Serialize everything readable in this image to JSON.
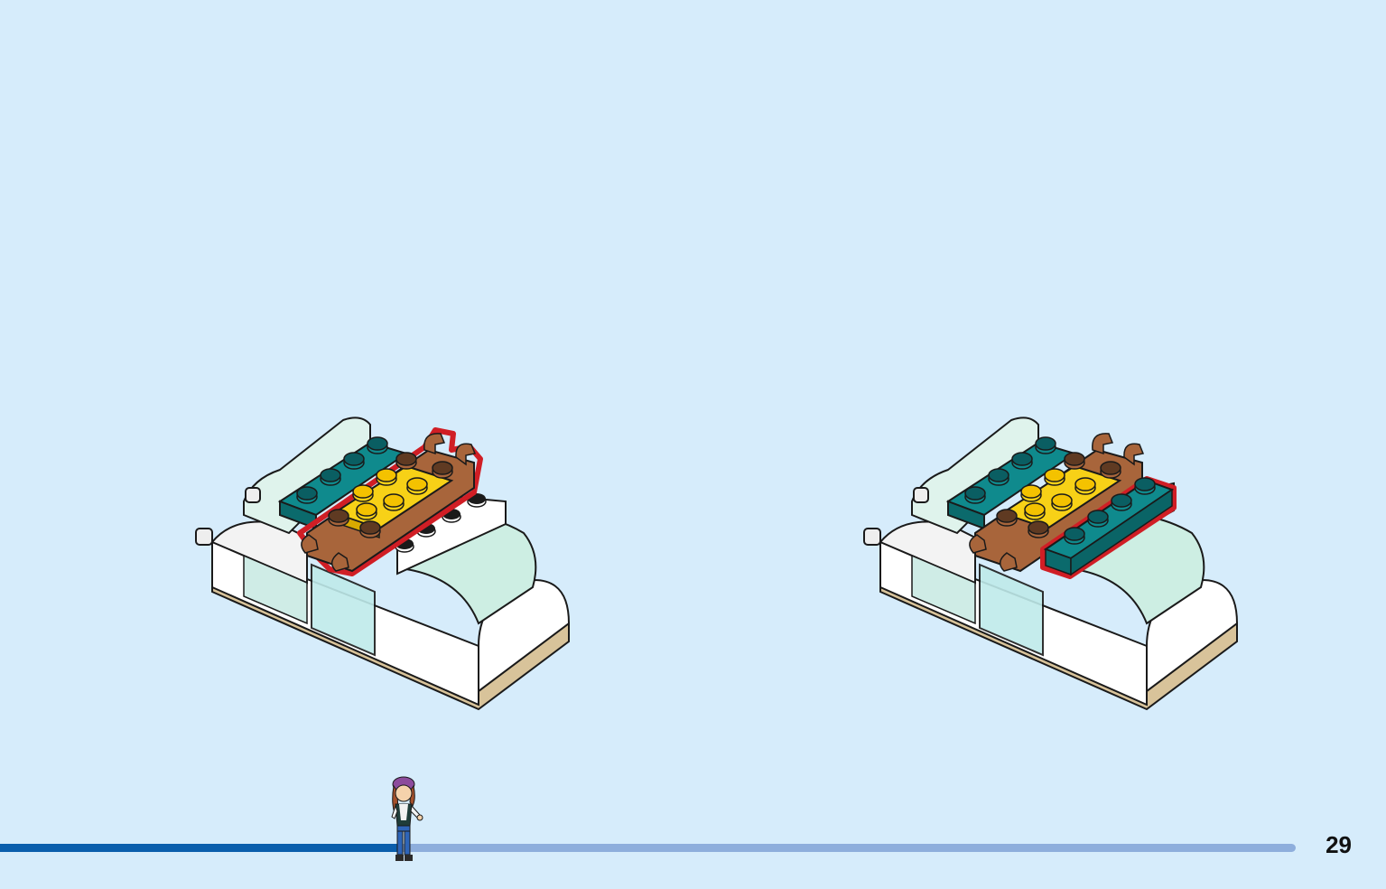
{
  "page": {
    "number": "29"
  },
  "progress": {
    "fraction": 0.31
  },
  "steps": [
    {
      "id": "left",
      "highlight": "brown-plates-center",
      "icon": "lego-sleigh-assembly-icon"
    },
    {
      "id": "right",
      "highlight": "teal-plate-right",
      "icon": "lego-sleigh-assembly-icon"
    }
  ],
  "colors": {
    "background": "#d6ecfb",
    "teal": "#0f8a8d",
    "yellow": "#f7d117",
    "brown": "#a8653b",
    "highlight": "#d01e25",
    "progress_done": "#0a5eac",
    "progress_todo": "#8eaedc"
  }
}
